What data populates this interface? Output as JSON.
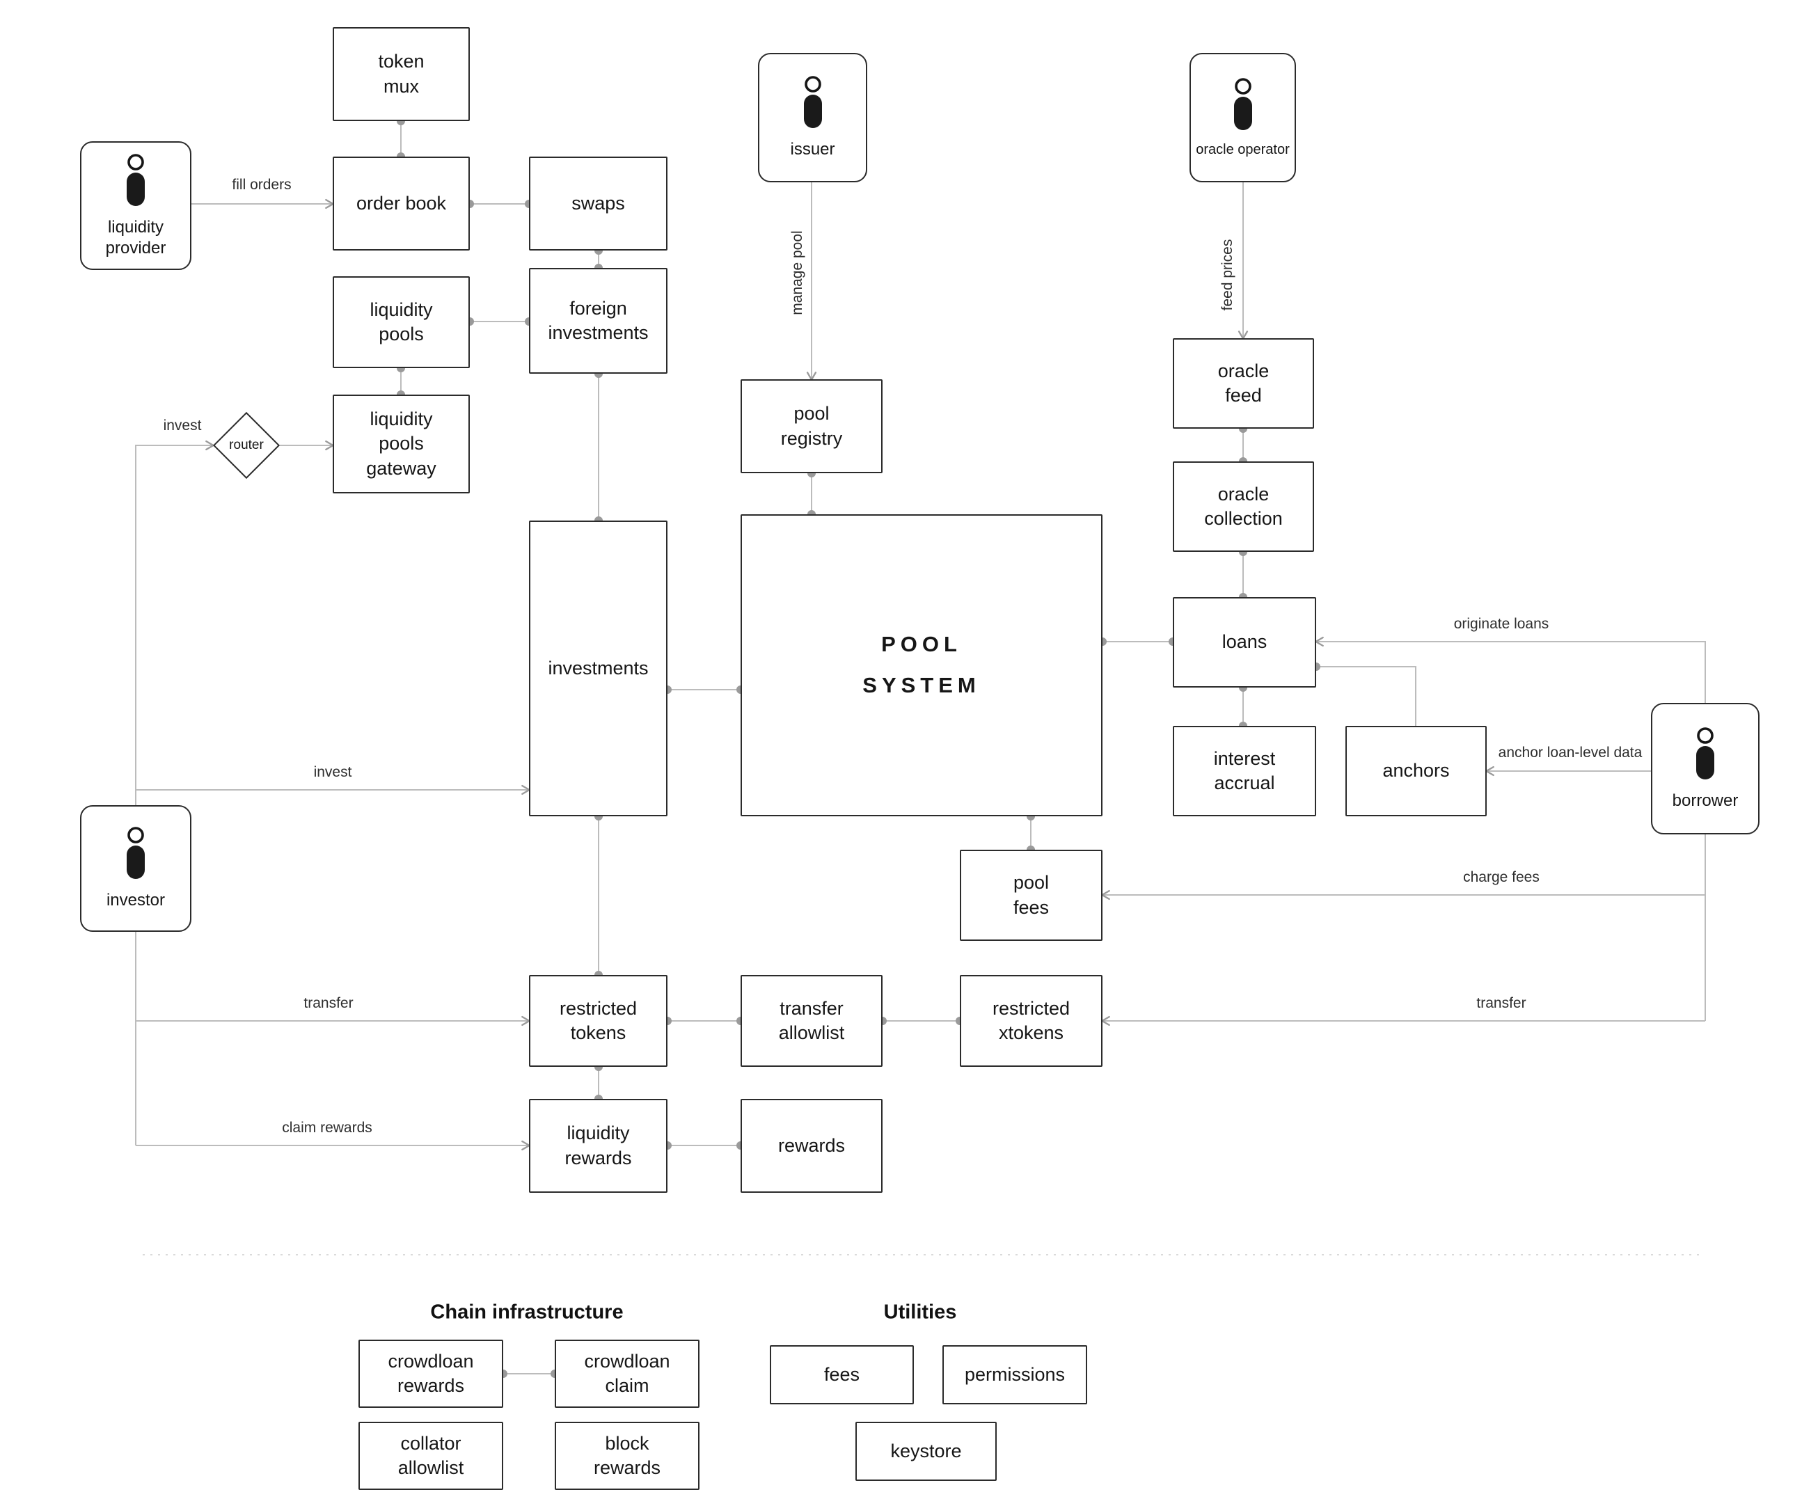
{
  "colors": {
    "line": "#bcbcbc",
    "dot": "#9a9a9a",
    "border": "#2b2b2b",
    "text": "#161616"
  },
  "nodes": {
    "token_mux": "token\nmux",
    "order_book": "order book",
    "swaps": "swaps",
    "liquidity_pools": "liquidity\npools",
    "foreign_investments": "foreign\ninvestments",
    "router": "router",
    "liquidity_pools_gateway": "liquidity\npools\ngateway",
    "investments": "investments",
    "pool_registry": "pool\nregistry",
    "pool_system": "POOL\nSYSTEM",
    "oracle_feed": "oracle\nfeed",
    "oracle_collection": "oracle\ncollection",
    "loans": "loans",
    "interest_accrual": "interest\naccrual",
    "anchors": "anchors",
    "pool_fees": "pool\nfees",
    "restricted_tokens": "restricted\ntokens",
    "transfer_allowlist": "transfer\nallowlist",
    "restricted_xtokens": "restricted\nxtokens",
    "liquidity_rewards": "liquidity\nrewards",
    "rewards": "rewards"
  },
  "actors": {
    "liquidity_provider": "liquidity\nprovider",
    "issuer": "issuer",
    "oracle_operator": "oracle operator",
    "investor": "investor",
    "borrower": "borrower"
  },
  "edge_labels": {
    "fill_orders": "fill orders",
    "manage_pool": "manage pool",
    "feed_prices": "feed prices",
    "invest_router": "invest",
    "invest_investments": "invest",
    "originate_loans": "originate loans",
    "anchor_loan_level_data": "anchor loan-level data",
    "charge_fees": "charge fees",
    "transfer_investor": "transfer",
    "transfer_borrower": "transfer",
    "claim_rewards": "claim rewards"
  },
  "sections": {
    "chain_infrastructure": {
      "heading": "Chain infrastructure",
      "nodes": {
        "crowdloan_rewards": "crowdloan\nrewards",
        "crowdloan_claim": "crowdloan\nclaim",
        "collator_allowlist": "collator\nallowlist",
        "block_rewards": "block\nrewards"
      }
    },
    "utilities": {
      "heading": "Utilities",
      "nodes": {
        "fees": "fees",
        "permissions": "permissions",
        "keystore": "keystore"
      }
    }
  }
}
